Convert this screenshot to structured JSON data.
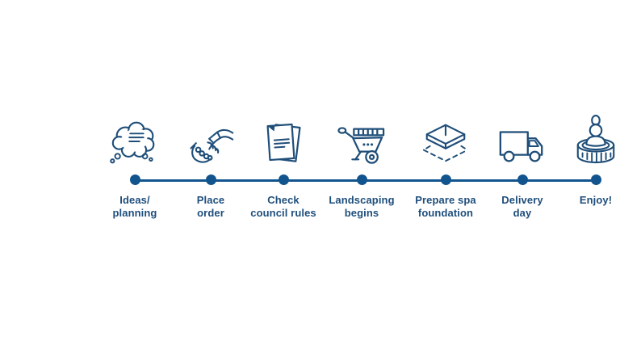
{
  "timeline": {
    "title": "",
    "colors": {
      "icon_stroke": "#1f4e79",
      "line": "#11548e",
      "dot": "#11548e",
      "label_text": "#1e4e7c",
      "background": "#ffffff"
    },
    "steps": [
      {
        "icon": "thought-cloud-icon",
        "line1": "Ideas/",
        "line2": "planning"
      },
      {
        "icon": "handshake-icon",
        "line1": "Place",
        "line2": "order"
      },
      {
        "icon": "documents-icon",
        "line1": "Check",
        "line2": "council rules"
      },
      {
        "icon": "wheelbarrow-icon",
        "line1": "Landscaping",
        "line2": "begins"
      },
      {
        "icon": "spa-foundation-icon",
        "line1": "Prepare spa",
        "line2": "foundation"
      },
      {
        "icon": "delivery-truck-icon",
        "line1": "Delivery",
        "line2": "day"
      },
      {
        "icon": "hot-tub-icon",
        "line1": "Enjoy!",
        "line2": ""
      }
    ]
  }
}
